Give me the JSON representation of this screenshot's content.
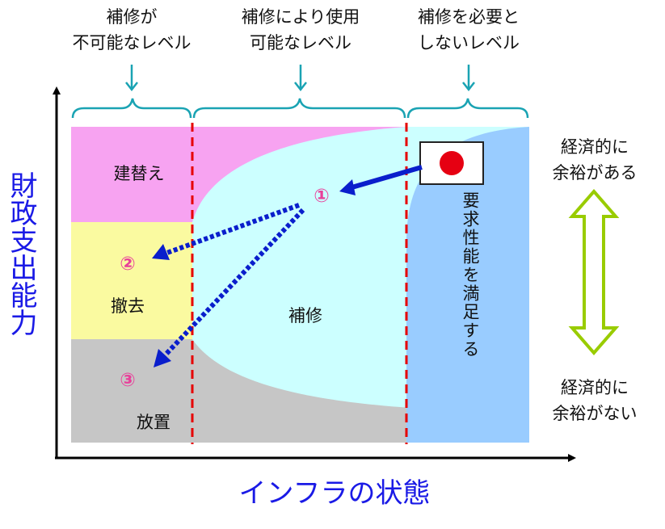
{
  "header": {
    "col1": [
      "補修が",
      "不可能なレベル"
    ],
    "col2": [
      "補修により使用",
      "可能なレベル"
    ],
    "col3": [
      "補修を必要と",
      "しないレベル"
    ]
  },
  "axes": {
    "y_label": "財政支出能力",
    "x_label": "インフラの状態"
  },
  "regions": {
    "rebuild": "建替え",
    "removal": "撤去",
    "neglect": "放置",
    "repair": "補修",
    "meets_performance": "要求性能を満足する"
  },
  "markers": {
    "one": "①",
    "two": "②",
    "three": "③"
  },
  "side": {
    "top": [
      "経済的に",
      "余裕がある"
    ],
    "bottom": [
      "経済的に",
      "余裕がない"
    ]
  },
  "colors": {
    "rebuild": "#f7a3f1",
    "removal": "#fafaa0",
    "neglect": "#c6c6c6",
    "repair": "#ccffff",
    "meets": "#99ccff",
    "divider": "#e60000",
    "brace": "#1aa3b3",
    "arrow": "#0a1ecc",
    "axis_label": "#1a1ae6",
    "marker": "#e8409a",
    "double_arrow": "#99cc00"
  },
  "icons": {
    "flag": "japan-flag-icon"
  }
}
